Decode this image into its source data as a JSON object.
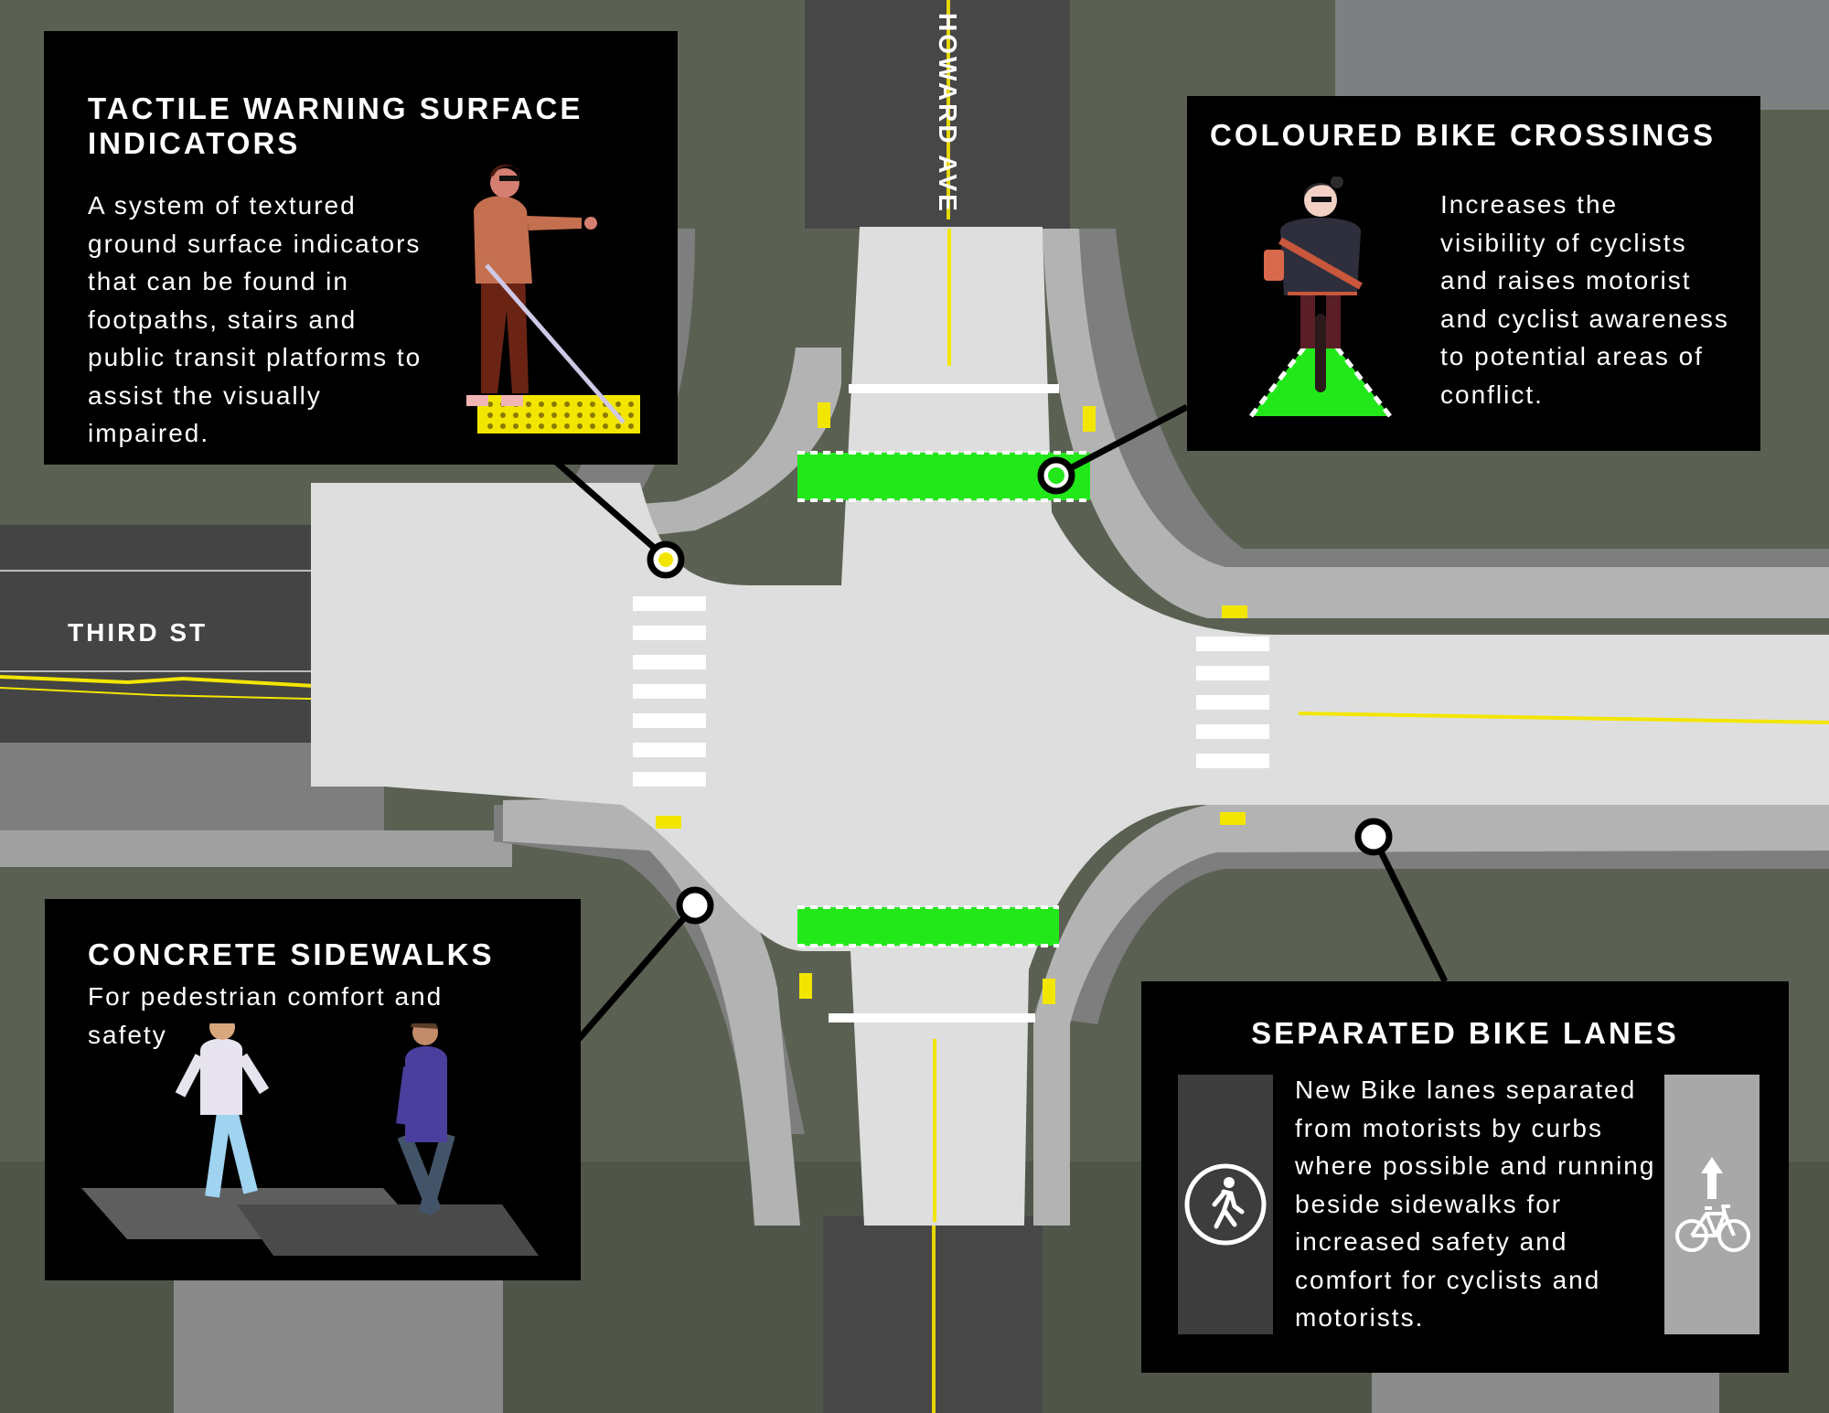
{
  "streets": {
    "third_st": "THIRD ST",
    "howard_ave": "HOWARD AVE"
  },
  "panels": {
    "tactile": {
      "title": "TACTILE WARNING SURFACE INDICATORS",
      "body": "A system of textured ground surface indicators that can be found in footpaths, stairs and public transit platforms to assist the visually impaired."
    },
    "bike_crossings": {
      "title": "COLOURED BIKE CROSSINGS",
      "body": "Increases the visibility of cyclists and raises motorist and cyclist awareness to potential areas of conflict."
    },
    "sidewalks": {
      "title": "CONCRETE SIDEWALKS",
      "body": "For pedestrian comfort and safety"
    },
    "separated": {
      "title": "SEPARATED BIKE LANES",
      "body": "New Bike lanes separated from motorists by curbs where possible and running beside sidewalks for increased safety and comfort for cyclists and motorists."
    }
  },
  "icons": [
    "pedestrian-circle-icon",
    "bicycle-icon",
    "arrow-up-icon",
    "bike-lane-marking-icon",
    "tactile-paver-icon"
  ],
  "colors": {
    "panel_bg": "#000000",
    "bike_crossing_green": "#22e81a",
    "tactile_yellow": "#f2e600",
    "road_light": "#dcdcdc",
    "sidewalk_gray": "#8e8e8e"
  }
}
